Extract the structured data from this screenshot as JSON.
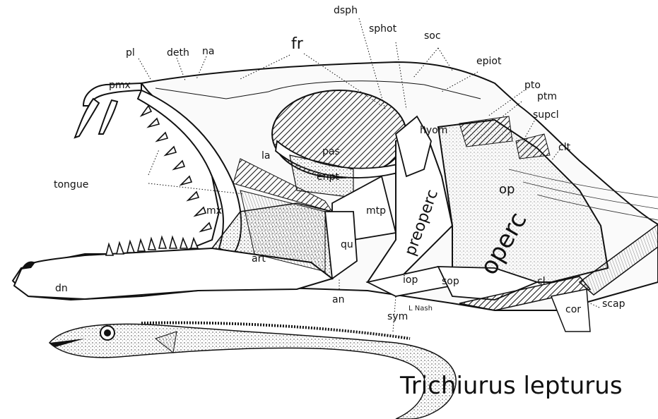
{
  "caption": "Trichiurus lepturus",
  "signature": "L Nash",
  "labels": {
    "pl": "pl",
    "deth": "deth",
    "na": "na",
    "fr": "fr",
    "dsph": "dsph",
    "sphot": "sphot",
    "soc": "soc",
    "epiot": "epiot",
    "pto": "pto",
    "ptm": "ptm",
    "supcl": "supcl",
    "clt": "clt",
    "pmx": "pmx",
    "la": "la",
    "pas": "pas",
    "hyom": "hyom",
    "tongue": "tongue",
    "enpt": "enpt",
    "mtp": "mtp",
    "mx": "mx",
    "preoperc": "preoperc",
    "operc": "operc",
    "op": "op",
    "qu": "qu",
    "art": "art",
    "dn": "dn",
    "an": "an",
    "iop": "iop",
    "sop": "sop",
    "sym": "sym",
    "cl": "cl",
    "cor": "cor",
    "scap": "scap"
  }
}
